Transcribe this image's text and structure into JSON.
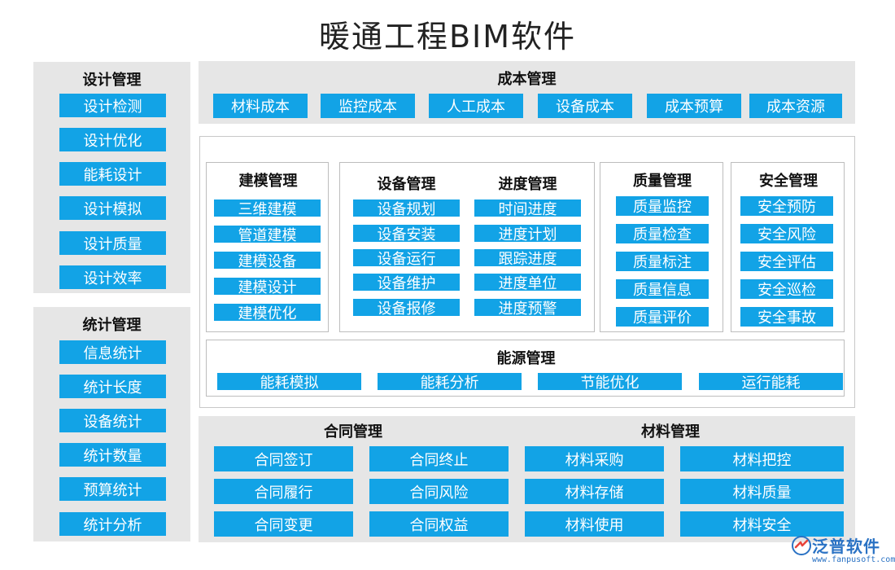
{
  "title": "暖通工程BIM软件",
  "design": {
    "title": "设计管理",
    "items": [
      "设计检测",
      "设计优化",
      "能耗设计",
      "设计模拟",
      "设计质量",
      "设计效率"
    ]
  },
  "stats": {
    "title": "统计管理",
    "items": [
      "信息统计",
      "统计长度",
      "设备统计",
      "统计数量",
      "预算统计",
      "统计分析"
    ]
  },
  "cost": {
    "title": "成本管理",
    "items": [
      "材料成本",
      "监控成本",
      "人工成本",
      "设备成本",
      "成本预算",
      "成本资源"
    ]
  },
  "modeling": {
    "title": "建模管理",
    "items": [
      "三维建模",
      "管道建模",
      "建模设备",
      "建模设计",
      "建模优化"
    ]
  },
  "equipment": {
    "title": "设备管理",
    "items": [
      "设备规划",
      "设备安装",
      "设备运行",
      "设备维护",
      "设备报修"
    ]
  },
  "progress": {
    "title": "进度管理",
    "items": [
      "时间进度",
      "进度计划",
      "跟踪进度",
      "进度单位",
      "进度预警"
    ]
  },
  "quality": {
    "title": "质量管理",
    "items": [
      "质量监控",
      "质量检查",
      "质量标注",
      "质量信息",
      "质量评价"
    ]
  },
  "safety": {
    "title": "安全管理",
    "items": [
      "安全预防",
      "安全风险",
      "安全评估",
      "安全巡检",
      "安全事故"
    ]
  },
  "energy": {
    "title": "能源管理",
    "items": [
      "能耗模拟",
      "能耗分析",
      "节能优化",
      "运行能耗"
    ]
  },
  "contract": {
    "title": "合同管理",
    "items": [
      "合同签订",
      "合同终止",
      "合同履行",
      "合同风险",
      "合同变更",
      "合同权益"
    ]
  },
  "material": {
    "title": "材料管理",
    "items": [
      "材料采购",
      "材料把控",
      "材料存储",
      "材料质量",
      "材料使用",
      "材料安全"
    ]
  },
  "logo": {
    "name": "泛普软件",
    "url": "www.fanpusoft.com"
  },
  "colors": {
    "button": "#12a3e6",
    "panel": "#e6e6e6",
    "logo": "#2a72c4"
  }
}
